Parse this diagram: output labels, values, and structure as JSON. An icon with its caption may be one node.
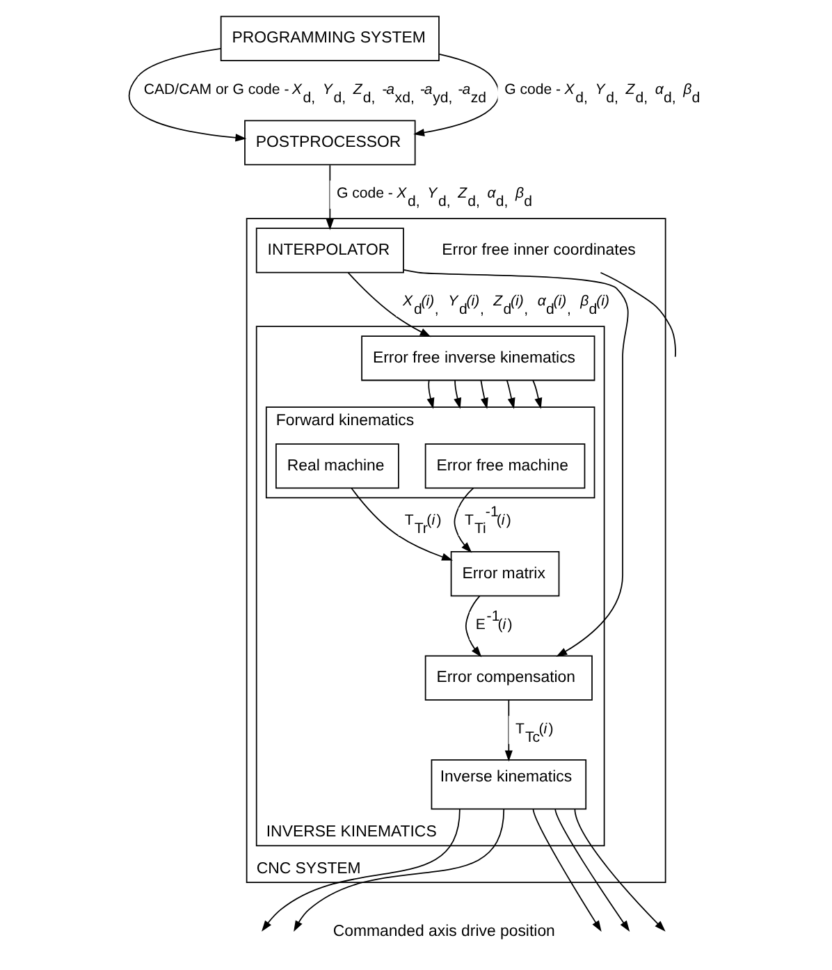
{
  "diagram": {
    "nodes": [
      {
        "text": [
          "PROGRAMMING SYSTEM"
        ]
      },
      {
        "text": [
          "POSTPROCESSOR"
        ]
      },
      {
        "text": [
          "CNC SYSTEM"
        ]
      },
      {
        "text": [
          "INTERPOLATOR"
        ],
        "in": 2
      },
      {
        "text": [
          "INVERSE KINEMATICS"
        ],
        "in": 2
      },
      {
        "text": [
          "Forward kinematics"
        ],
        "in": 4
      },
      {
        "text": [
          "Error free machine"
        ],
        "in": 5
      },
      {
        "text": [
          "Real machine"
        ],
        "in": 5
      },
      {
        "text": [
          "Error free inverse kinematics"
        ],
        "in": 4
      },
      {
        "text": [
          "Error matrix"
        ],
        "in": 4
      },
      {
        "text": [
          "Error compensation"
        ],
        "in": 4
      },
      {
        "text": [
          "Inverse kinematics"
        ],
        "in": 4
      },
      {
        "text": [
          "Error free inner coordinates"
        ],
        "in": 2
      }
    ],
    "edges": [
      {
        "from": 0,
        "to": 1,
        "arrow": "to",
        "label": "CAD/CAM or G code - *X*$_{d,}$ *Y*$_{d,}$ *Z*$_{d,}$ -*a*$_{xd,}$ -*a*$_{yd,}$ -*a*$_{zd}$"
      },
      {
        "from": 0,
        "to": 1,
        "arrow": "to",
        "label": "G code - *X*$_{d,}$ *Y*$_{d,}$ *Z*$_{d,}$ *α*$_{d,}$ *β*$_{d}$"
      },
      {
        "from": 1,
        "to": 3,
        "arrow": "to",
        "label": "G code - *X*$_{d,}$ *Y*$_{d,}$ *Z*$_{d,}$ *α*$_{d,}$ *β*$_{d}$"
      },
      {
        "from": 3,
        "to": 8,
        "arrow": "to",
        "label": "*X*$_{d}$*(i)*$_{,}$ *Y*$_{d}$*(i)*$_{,}$ *Z*$_{d}$*(i)*$_{,}$ *α*$_{d}$*(i)*$_{,}$ *β*$_{d}$*(i)*"
      },
      {
        "from": 3,
        "to": 10,
        "arrow": "to"
      },
      {
        "from": 8,
        "to": 5,
        "arrow": "to"
      },
      {
        "from": 8,
        "to": 5,
        "arrow": "to"
      },
      {
        "from": 8,
        "to": 5,
        "arrow": "to"
      },
      {
        "from": 8,
        "to": 5,
        "arrow": "to"
      },
      {
        "from": 8,
        "to": 5,
        "arrow": "to"
      },
      {
        "from": 6,
        "to": 9,
        "arrow": "to",
        "label": "T$_{Ti}$$^{-1}$(*i*)"
      },
      {
        "from": 7,
        "to": 9,
        "arrow": "to",
        "label": "T$_{Tr}$(*i*)"
      },
      {
        "from": 9,
        "to": 10,
        "arrow": "to",
        "label": "E$^{-1}$(*i*)"
      },
      {
        "from": 10,
        "to": 11,
        "arrow": "to",
        "label": "T$_{Tc}$(*i*)"
      },
      {
        "from": 11,
        "to": null,
        "arrow": "to"
      },
      {
        "from": 11,
        "to": null,
        "arrow": "to"
      },
      {
        "from": 11,
        "to": null,
        "arrow": "to"
      },
      {
        "from": 11,
        "to": null,
        "arrow": "to"
      },
      {
        "from": 11,
        "to": null,
        "arrow": "to"
      },
      {
        "from": 12,
        "to": null,
        "arrow": "none"
      }
    ],
    "labels": [
      "Commanded axis drive position"
    ]
  }
}
